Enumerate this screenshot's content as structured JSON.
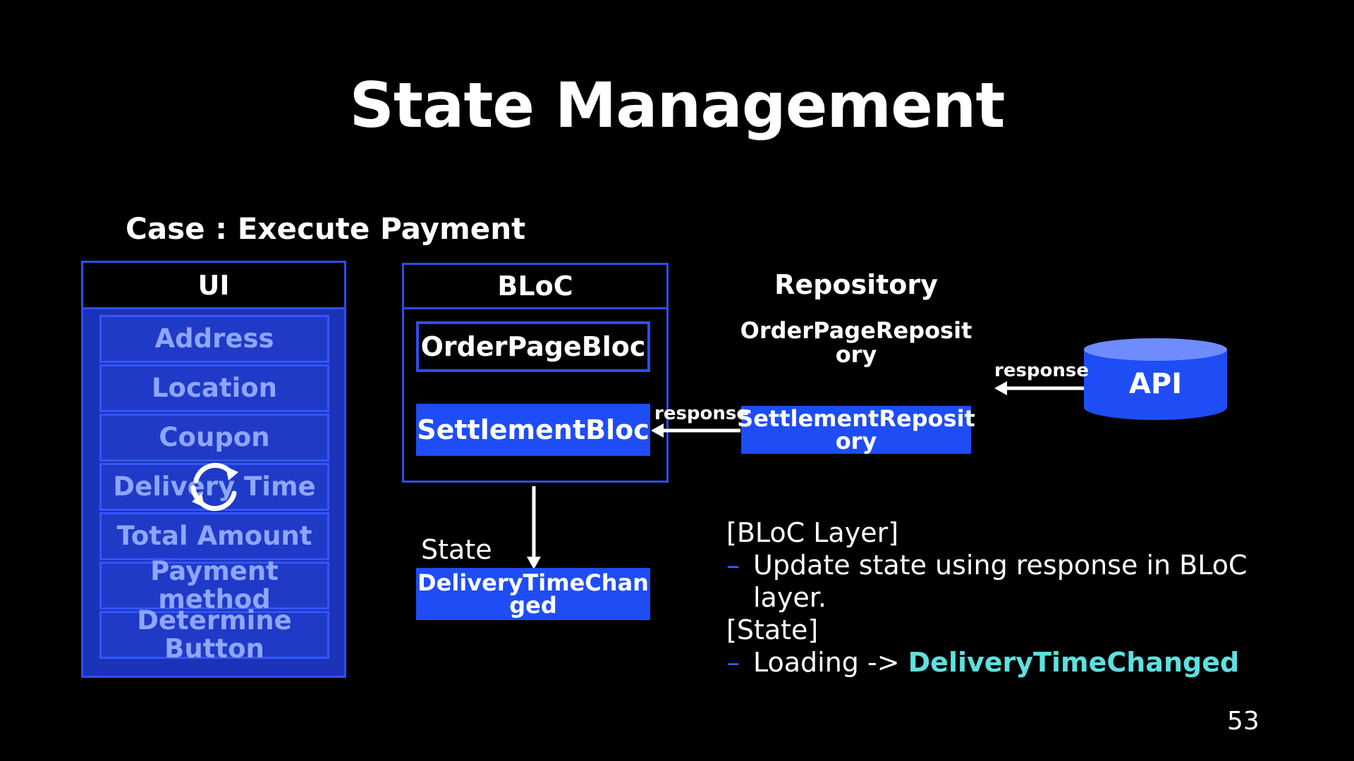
{
  "title": "State Management",
  "case_label": "Case : Execute Payment",
  "ui": {
    "header": "UI",
    "items": [
      "Address",
      "Location",
      "Coupon",
      "Delivery Time",
      "Total Amount",
      "Payment method",
      "Determine Button"
    ]
  },
  "bloc": {
    "header": "BLoC",
    "order_bloc": "OrderPageBloc",
    "settlement_bloc": "SettlementBloc"
  },
  "repository": {
    "header": "Repository",
    "order_repo": "OrderPageReposit ory",
    "settlement_repo": "SettlementReposit ory"
  },
  "api": {
    "label": "API"
  },
  "edges": {
    "api_to_repo": "response",
    "repo_to_bloc": "response"
  },
  "state": {
    "label": "State",
    "value": "DeliveryTimeChan ged"
  },
  "notes": {
    "bloc_heading": "[BLoC Layer]",
    "bloc_bullet_1": "Update state using response in BLoC",
    "bloc_bullet_2": "layer.",
    "state_heading": "[State]",
    "state_bullet_prefix": "Loading -> ",
    "state_bullet_highlight": "DeliveryTimeChanged",
    "bullet_symbol": "–"
  },
  "page_number": "53",
  "colors": {
    "background": "#000000",
    "accent_blue": "#1f4df5",
    "border_blue": "#2d4ef0",
    "highlight_cyan": "#5ee0e0"
  }
}
